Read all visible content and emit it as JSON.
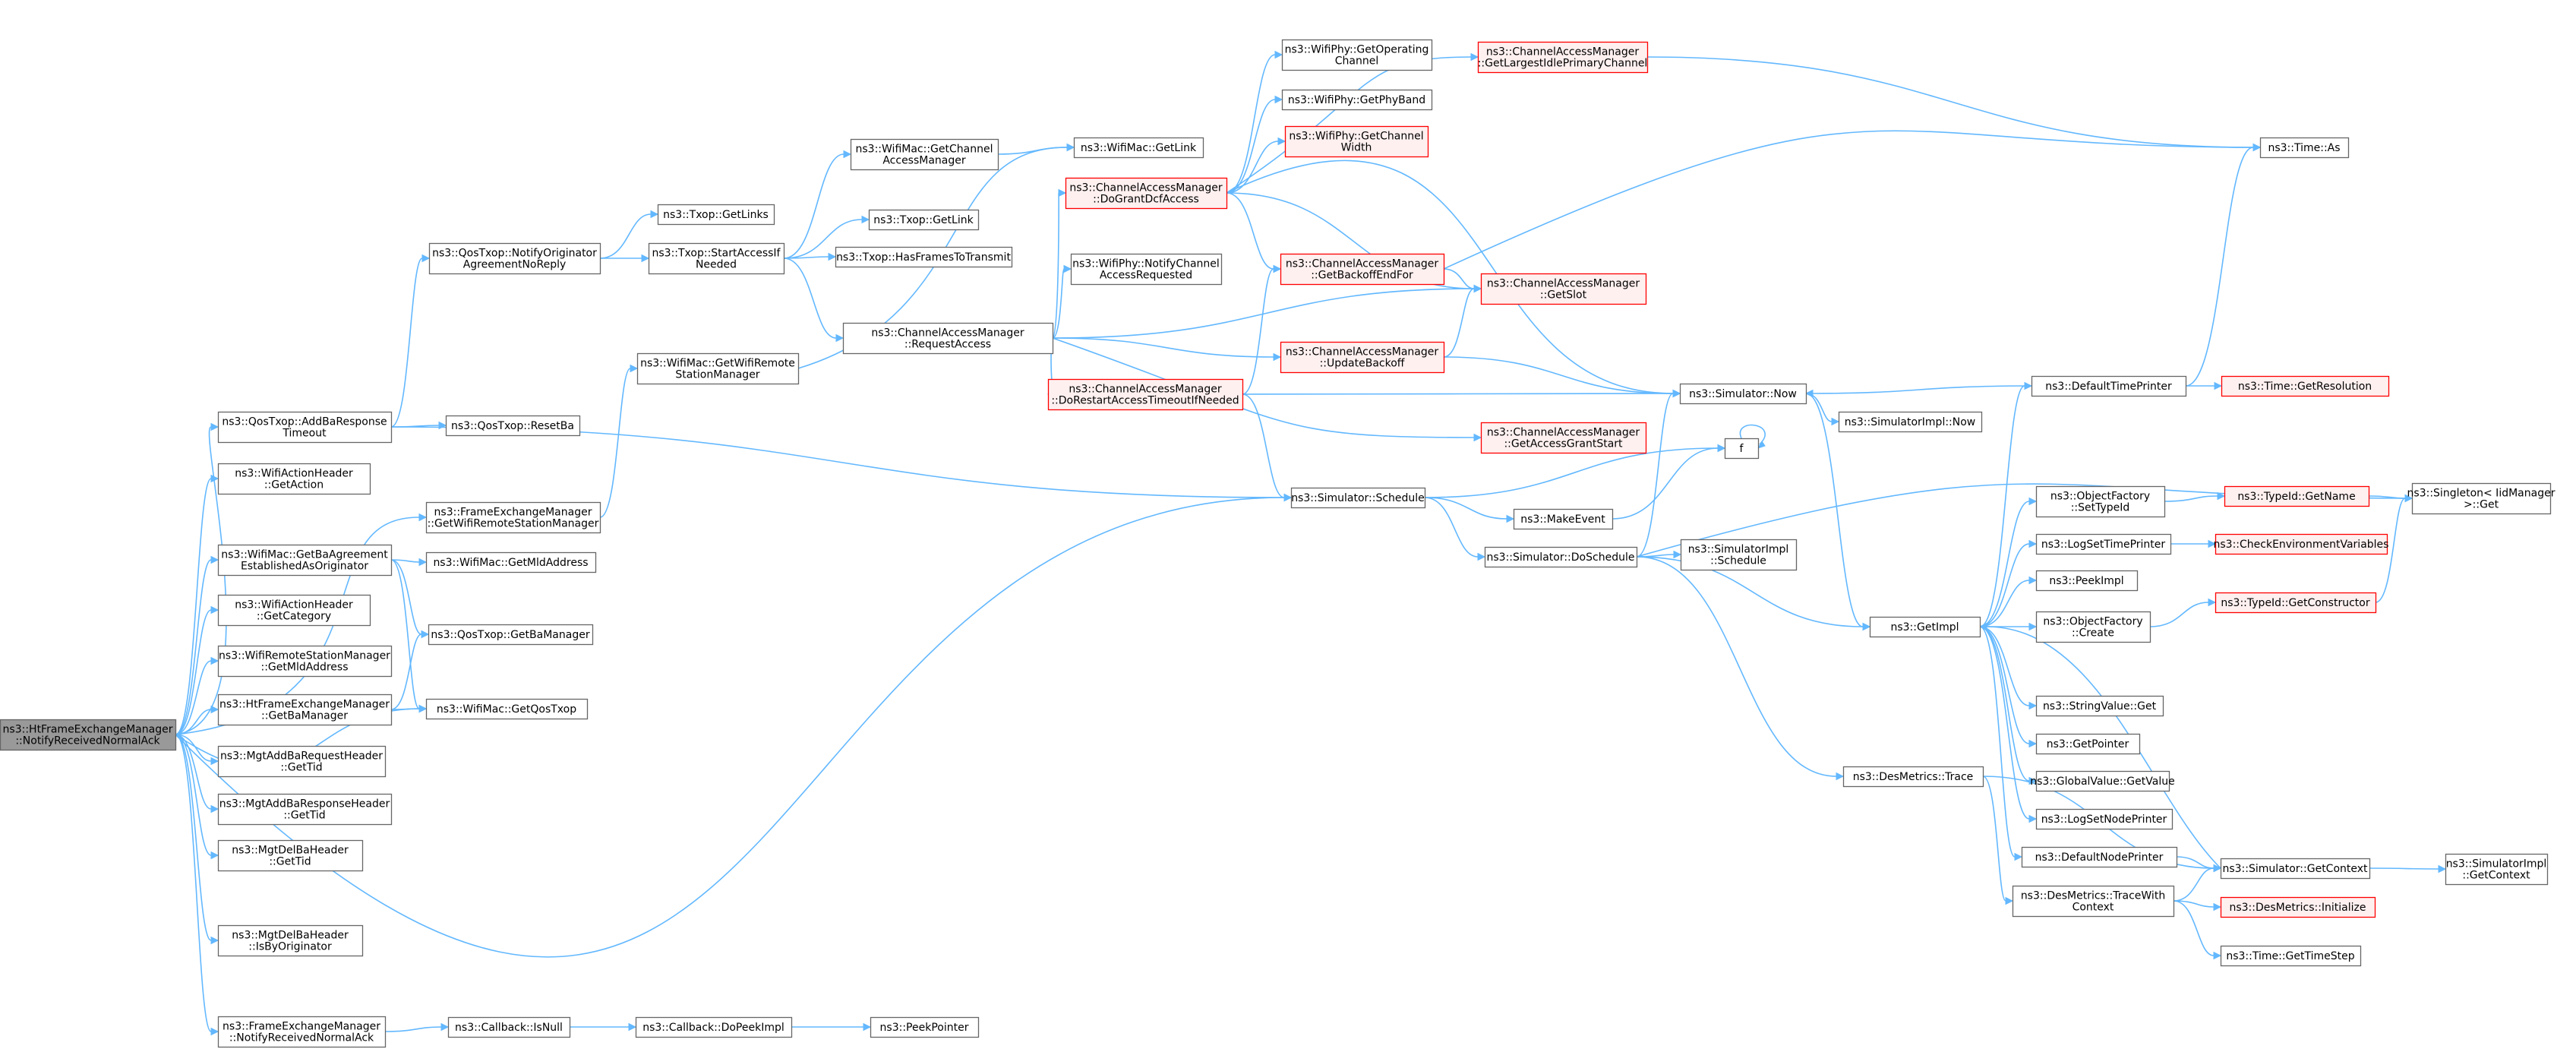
{
  "graph": {
    "colors": {
      "root_fill": "#999999",
      "node_border": "#666666",
      "node_border_truncated": "#ff0000",
      "node_fill_truncated": "#fff0f0",
      "node_fill": "#ffffff",
      "edge": "#63b8ff"
    },
    "nodes": [
      {
        "id": "root",
        "lines": [
          "ns3::HtFrameExchangeManager",
          "::NotifyReceivedNormalAck"
        ],
        "root": true
      },
      {
        "id": "addba",
        "lines": [
          "ns3::QosTxop::AddBaResponse",
          "Timeout"
        ]
      },
      {
        "id": "getaction",
        "lines": [
          "ns3::WifiActionHeader",
          "::GetAction"
        ]
      },
      {
        "id": "fem_getremote",
        "lines": [
          "ns3::FrameExchangeManager",
          "::GetWifiRemoteStationManager"
        ]
      },
      {
        "id": "getbaagree",
        "lines": [
          "ns3::WifiMac::GetBaAgreement",
          "EstablishedAsOriginator"
        ]
      },
      {
        "id": "getcategory",
        "lines": [
          "ns3::WifiActionHeader",
          "::GetCategory"
        ]
      },
      {
        "id": "rsm_getmld",
        "lines": [
          "ns3::WifiRemoteStationManager",
          "::GetMldAddress"
        ]
      },
      {
        "id": "htfem_getbam",
        "lines": [
          "ns3::HtFrameExchangeManager",
          "::GetBaManager"
        ]
      },
      {
        "id": "addbareq_tid",
        "lines": [
          "ns3::MgtAddBaRequestHeader",
          "::GetTid"
        ]
      },
      {
        "id": "addbaresp_tid",
        "lines": [
          "ns3::MgtAddBaResponseHeader",
          "::GetTid"
        ]
      },
      {
        "id": "delba_tid",
        "lines": [
          "ns3::MgtDelBaHeader",
          "::GetTid"
        ]
      },
      {
        "id": "delba_orig",
        "lines": [
          "ns3::MgtDelBaHeader",
          "::IsByOriginator"
        ]
      },
      {
        "id": "fem_notify",
        "lines": [
          "ns3::FrameExchangeManager",
          "::NotifyReceivedNormalAck"
        ]
      },
      {
        "id": "qos_notify",
        "lines": [
          "ns3::QosTxop::NotifyOriginator",
          "AgreementNoReply"
        ]
      },
      {
        "id": "resetba",
        "lines": [
          "ns3::QosTxop::ResetBa"
        ]
      },
      {
        "id": "mac_getmld",
        "lines": [
          "ns3::WifiMac::GetMldAddress"
        ]
      },
      {
        "id": "qos_getbam",
        "lines": [
          "ns3::QosTxop::GetBaManager"
        ]
      },
      {
        "id": "getqostxop",
        "lines": [
          "ns3::WifiMac::GetQosTxop"
        ]
      },
      {
        "id": "isnull",
        "lines": [
          "ns3::Callback::IsNull"
        ]
      },
      {
        "id": "dopeek",
        "lines": [
          "ns3::Callback::DoPeekImpl"
        ]
      },
      {
        "id": "peekptr",
        "lines": [
          "ns3::PeekPointer"
        ]
      },
      {
        "id": "txop_getlinks",
        "lines": [
          "ns3::Txop::GetLinks"
        ]
      },
      {
        "id": "startaccess",
        "lines": [
          "ns3::Txop::StartAccessIf",
          "Needed"
        ]
      },
      {
        "id": "mac_getremote",
        "lines": [
          "ns3::WifiMac::GetWifiRemote",
          "StationManager"
        ]
      },
      {
        "id": "mac_getcam",
        "lines": [
          "ns3::WifiMac::GetChannel",
          "AccessManager"
        ]
      },
      {
        "id": "txop_getlink",
        "lines": [
          "ns3::Txop::GetLink"
        ]
      },
      {
        "id": "hasframes",
        "lines": [
          "ns3::Txop::HasFramesToTransmit"
        ]
      },
      {
        "id": "reqaccess",
        "lines": [
          "ns3::ChannelAccessManager",
          "::RequestAccess"
        ]
      },
      {
        "id": "mac_getlink",
        "lines": [
          "ns3::WifiMac::GetLink"
        ]
      },
      {
        "id": "dogrant",
        "lines": [
          "ns3::ChannelAccessManager",
          "::DoGrantDcfAccess"
        ],
        "truncated": true
      },
      {
        "id": "notifychan",
        "lines": [
          "ns3::WifiPhy::NotifyChannel",
          "AccessRequested"
        ]
      },
      {
        "id": "dorestart",
        "lines": [
          "ns3::ChannelAccessManager",
          "::DoRestartAccessTimeoutIfNeeded"
        ],
        "truncated": true
      },
      {
        "id": "schedule",
        "lines": [
          "ns3::Simulator::Schedule"
        ]
      },
      {
        "id": "getopchan",
        "lines": [
          "ns3::WifiPhy::GetOperating",
          "Channel"
        ]
      },
      {
        "id": "getphyband",
        "lines": [
          "ns3::WifiPhy::GetPhyBand"
        ]
      },
      {
        "id": "getchanwidth",
        "lines": [
          "ns3::WifiPhy::GetChannel",
          "Width"
        ],
        "truncated": true
      },
      {
        "id": "getlargest",
        "lines": [
          "ns3::ChannelAccessManager",
          "::GetLargestIdlePrimaryChannel"
        ],
        "truncated": true
      },
      {
        "id": "getbackoff",
        "lines": [
          "ns3::ChannelAccessManager",
          "::GetBackoffEndFor"
        ],
        "truncated": true
      },
      {
        "id": "getslot",
        "lines": [
          "ns3::ChannelAccessManager",
          "::GetSlot"
        ],
        "truncated": true
      },
      {
        "id": "updatebackoff",
        "lines": [
          "ns3::ChannelAccessManager",
          "::UpdateBackoff"
        ],
        "truncated": true
      },
      {
        "id": "getaccessgrant",
        "lines": [
          "ns3::ChannelAccessManager",
          "::GetAccessGrantStart"
        ],
        "truncated": true
      },
      {
        "id": "makeevent",
        "lines": [
          "ns3::MakeEvent"
        ]
      },
      {
        "id": "doschedule",
        "lines": [
          "ns3::Simulator::DoSchedule"
        ]
      },
      {
        "id": "simnow",
        "lines": [
          "ns3::Simulator::Now"
        ]
      },
      {
        "id": "implnow",
        "lines": [
          "ns3::SimulatorImpl::Now"
        ]
      },
      {
        "id": "f",
        "lines": [
          "f"
        ]
      },
      {
        "id": "implschedule",
        "lines": [
          "ns3::SimulatorImpl",
          "::Schedule"
        ]
      },
      {
        "id": "getimpl",
        "lines": [
          "ns3::GetImpl"
        ]
      },
      {
        "id": "destrace",
        "lines": [
          "ns3::DesMetrics::Trace"
        ]
      },
      {
        "id": "timeas",
        "lines": [
          "ns3::Time::As"
        ]
      },
      {
        "id": "defprinter",
        "lines": [
          "ns3::DefaultTimePrinter"
        ]
      },
      {
        "id": "getres",
        "lines": [
          "ns3::Time::GetResolution"
        ],
        "truncated": true
      },
      {
        "id": "of_settype",
        "lines": [
          "ns3::ObjectFactory",
          "::SetTypeId"
        ]
      },
      {
        "id": "logsettime",
        "lines": [
          "ns3::LogSetTimePrinter"
        ]
      },
      {
        "id": "peekimpl",
        "lines": [
          "ns3::PeekImpl"
        ]
      },
      {
        "id": "of_create",
        "lines": [
          "ns3::ObjectFactory",
          "::Create"
        ]
      },
      {
        "id": "strget",
        "lines": [
          "ns3::StringValue::Get"
        ]
      },
      {
        "id": "getpointer",
        "lines": [
          "ns3::GetPointer"
        ]
      },
      {
        "id": "globget",
        "lines": [
          "ns3::GlobalValue::GetValue"
        ]
      },
      {
        "id": "logsetnode",
        "lines": [
          "ns3::LogSetNodePrinter"
        ]
      },
      {
        "id": "defnode",
        "lines": [
          "ns3::DefaultNodePrinter"
        ]
      },
      {
        "id": "tracewith",
        "lines": [
          "ns3::DesMetrics::TraceWith",
          "Context"
        ]
      },
      {
        "id": "typeid_name",
        "lines": [
          "ns3::TypeId::GetName"
        ],
        "truncated": true
      },
      {
        "id": "checkenv",
        "lines": [
          "ns3::CheckEnvironmentVariables"
        ],
        "truncated": true
      },
      {
        "id": "typeid_ctor",
        "lines": [
          "ns3::TypeId::GetConstructor"
        ],
        "truncated": true
      },
      {
        "id": "simgetctx",
        "lines": [
          "ns3::Simulator::GetContext"
        ]
      },
      {
        "id": "desinit",
        "lines": [
          "ns3::DesMetrics::Initialize"
        ],
        "truncated": true
      },
      {
        "id": "gettimestep",
        "lines": [
          "ns3::Time::GetTimeStep"
        ]
      },
      {
        "id": "singleton",
        "lines": [
          "ns3::Singleton< IidManager",
          ">::Get"
        ]
      },
      {
        "id": "implgetctx",
        "lines": [
          "ns3::SimulatorImpl",
          "::GetContext"
        ]
      }
    ]
  }
}
